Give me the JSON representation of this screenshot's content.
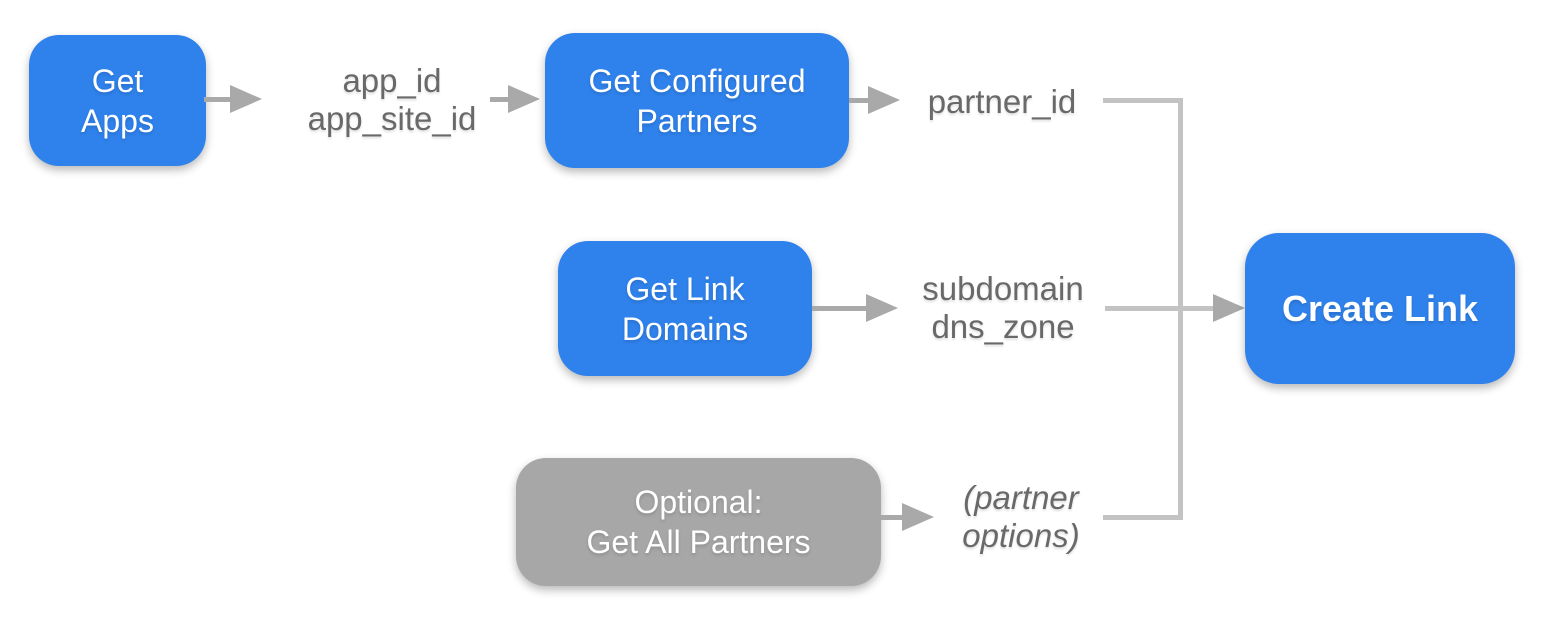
{
  "colors": {
    "node_blue": "#2f82ec",
    "node_gray": "#a7a7a7",
    "node_text": "#ffffff",
    "label_gray": "#696969",
    "line_gray": "#c3c3c3",
    "arrow_gray": "#a9a9a9",
    "background": "#ffffff"
  },
  "nodes": {
    "get_apps": {
      "label": "Get\nApps"
    },
    "get_configured_partners": {
      "label": "Get Configured\nPartners"
    },
    "get_link_domains": {
      "label": "Get Link\nDomains"
    },
    "get_all_partners": {
      "label": "Optional:\nGet All Partners"
    },
    "create_link": {
      "label": "Create Link"
    }
  },
  "edge_labels": {
    "app_ids": "app_id\napp_site_id",
    "partner_id": "partner_id",
    "link_domain": "subdomain\ndns_zone",
    "partner_options": "(partner\noptions)"
  }
}
